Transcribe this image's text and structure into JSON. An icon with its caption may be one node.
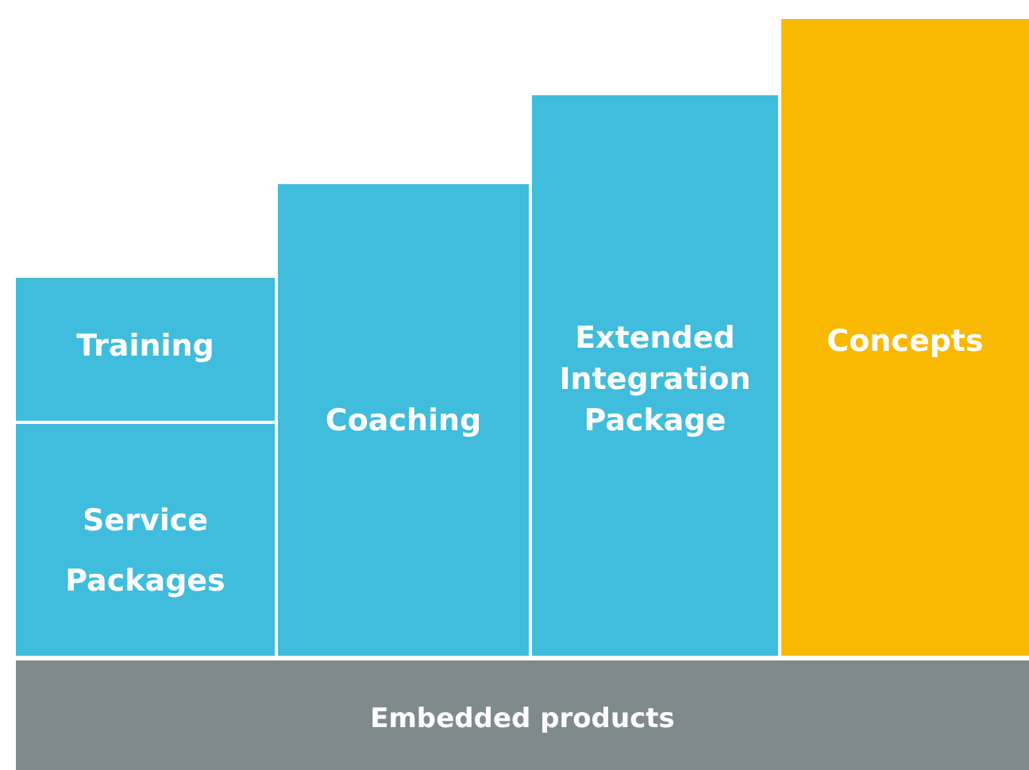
{
  "diagram": {
    "nodes": [
      {
        "text": [
          "Training"
        ]
      },
      {
        "text": [
          "Service Packages"
        ]
      },
      {
        "text": [
          "Coaching"
        ]
      },
      {
        "text": [
          "Extended Integration Package"
        ]
      },
      {
        "text": [
          "Concepts"
        ]
      },
      {
        "text": [
          "Embedded products"
        ]
      }
    ]
  }
}
